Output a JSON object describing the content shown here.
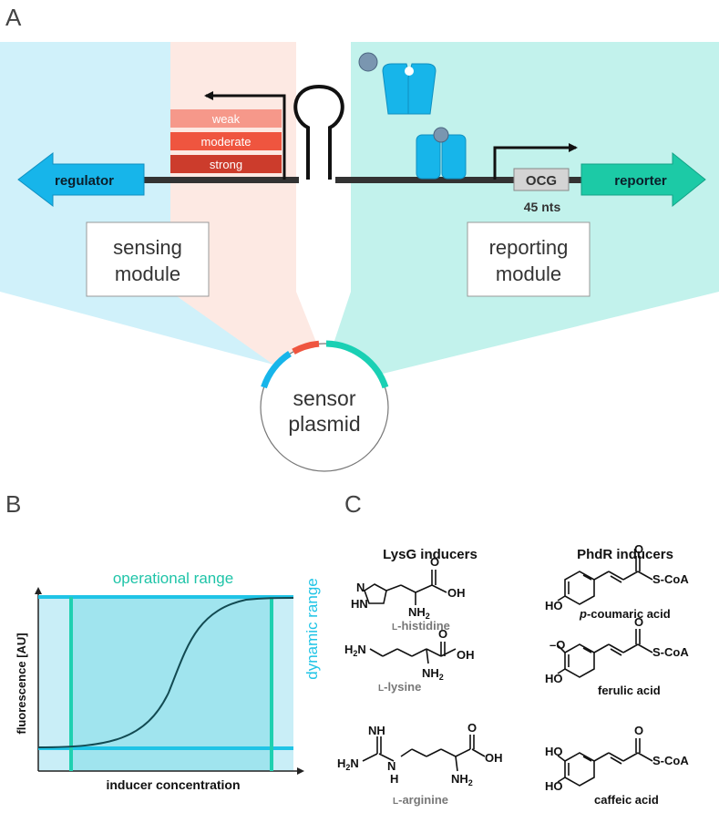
{
  "panels": {
    "a": "A",
    "b": "B",
    "c": "C"
  },
  "panel_a": {
    "regulator": "regulator",
    "reporter": "reporter",
    "promoter_strengths": [
      "weak",
      "moderate",
      "strong"
    ],
    "ocg": "OCG",
    "ocg_length": "45 nts",
    "sensing_module": [
      "sensing",
      "module"
    ],
    "reporting_module": [
      "reporting",
      "module"
    ],
    "plasmid": [
      "sensor",
      "plasmid"
    ]
  },
  "panel_b": {
    "title": "operational range",
    "side_label": "dynamic range",
    "xlabel": "inducer concentration",
    "ylabel": "fluorescence [AU]"
  },
  "panel_c": {
    "lysg_title": "LysG inducers",
    "phdr_title": "PhdR inducers",
    "lysg": [
      {
        "prefix": "L",
        "name": "-histidine"
      },
      {
        "prefix": "L",
        "name": "-lysine"
      },
      {
        "prefix": "L",
        "name": "-arginine"
      }
    ],
    "phdr": [
      {
        "prefix": "p",
        "name": "-coumaric acid"
      },
      {
        "prefix": "",
        "name": "ferulic acid"
      },
      {
        "prefix": "",
        "name": "caffeic acid"
      }
    ],
    "atoms": {
      "ho": "HO",
      "oh": "OH",
      "o": "O",
      "nh": "NH",
      "nh2": "NH",
      "h2n": "H N",
      "scoa": "S-CoA",
      "sub2": "2",
      "n": "N",
      "hn": "HN",
      "methoxy": "O"
    }
  },
  "colors": {
    "cyan_light": "#d0f1fa",
    "teal_light": "#c2f2ec",
    "salmon_light": "#fde9e3",
    "regulator": "#17b5ea",
    "reporter": "#1ccaa6",
    "weak": "#f6988a",
    "moderate": "#ef553f",
    "strong": "#cc3c2c",
    "sensor_teal": "#1ad0b4",
    "dynamic": "#1fc4e6"
  }
}
